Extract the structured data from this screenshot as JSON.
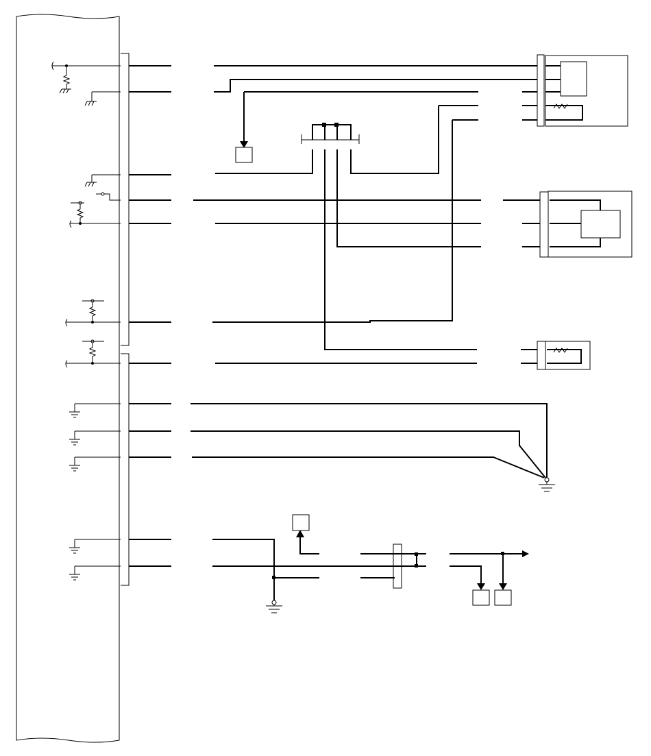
{
  "diagram": {
    "type": "wiring-schematic",
    "labels_printed": false,
    "line_color": "#000000",
    "background": "#ffffff",
    "components": [
      "control-unit",
      "connector-block-upper",
      "connector-block-lower",
      "sensor-unit-a",
      "sensor-unit-b",
      "sensor-unit-c",
      "joint-connector-top",
      "joint-connector-bottom",
      "ground-point-right",
      "ground-point-bottom",
      "terminal-box-top",
      "terminal-box-bottom-left",
      "terminal-box-bottom-right-1",
      "terminal-box-bottom-right-2"
    ]
  }
}
